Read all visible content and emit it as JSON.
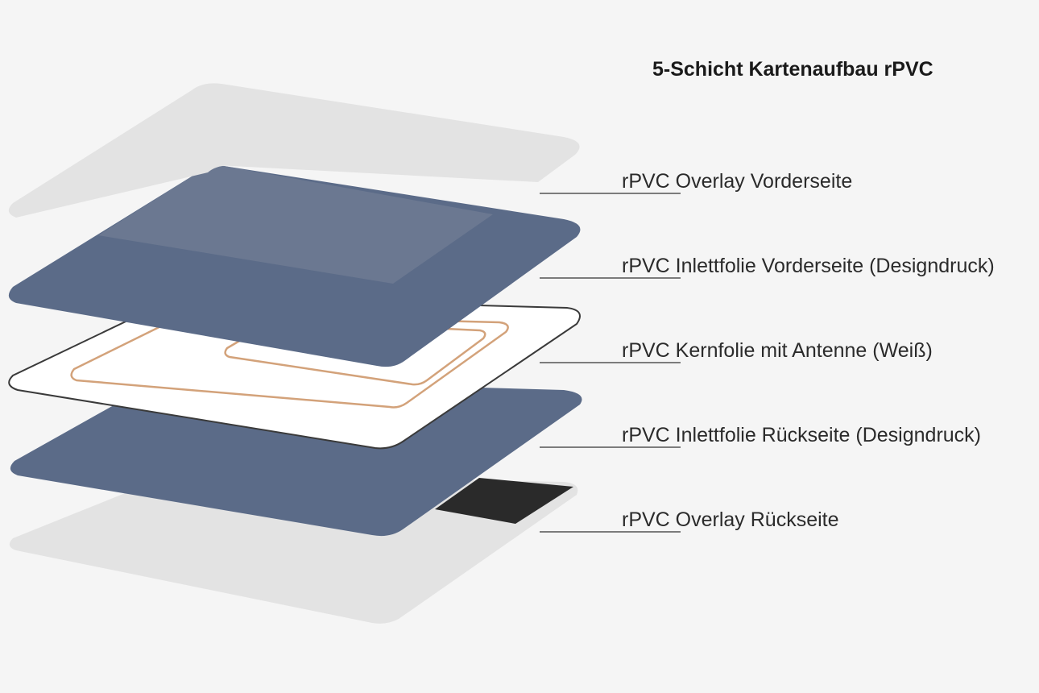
{
  "title": "5-Schicht Kartenaufbau rPVC",
  "colors": {
    "background": "#f5f5f5",
    "overlay": "#e3e3e3",
    "inlet": "#5b6b88",
    "inlet_highlight": "#6b7891",
    "core": "#ffffff",
    "core_outline": "#3a3a3a",
    "antenna": "#d3a27a",
    "magstripe": "#2a2a2a",
    "leader_line": "#555555",
    "label_text": "#2b2b2b"
  },
  "layers": [
    {
      "id": "overlay-front",
      "label": "rPVC Overlay Vorderseite"
    },
    {
      "id": "inlet-front",
      "label": "rPVC Inlettfolie Vorderseite (Designdruck)"
    },
    {
      "id": "core",
      "label": "rPVC Kernfolie mit Antenne (Weiß)"
    },
    {
      "id": "inlet-back",
      "label": "rPVC Inlettfolie Rückseite (Designdruck)"
    },
    {
      "id": "overlay-back",
      "label": "rPVC Overlay Rückseite"
    }
  ]
}
